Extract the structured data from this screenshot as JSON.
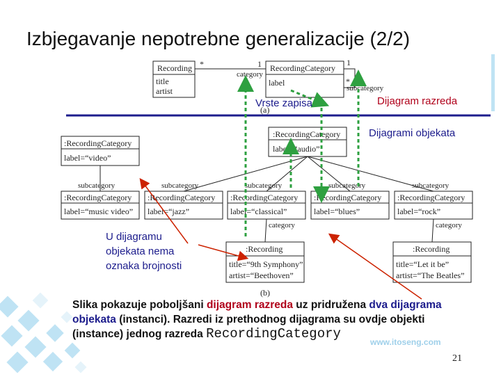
{
  "slide": {
    "title": "Izbjegavanje nepotrebne generalizacije (2/2)",
    "page_number": "21",
    "watermark": "www.itoseng.com"
  },
  "labels": {
    "vrste_zapisa": "Vrste zapisa",
    "dijagram_razreda": "Dijagram razreda",
    "dijagrami_objekata": "Dijagrami objekata",
    "u_dijagramu": [
      "U dijagramu",
      "objekata nema",
      "oznaka brojnosti"
    ]
  },
  "class_diagram": {
    "recording": {
      "name": "Recording",
      "attrs": [
        "title",
        "artist"
      ]
    },
    "recording_category": {
      "name": "RecordingCategory",
      "attrs": [
        "label"
      ]
    },
    "assoc_star": "*",
    "assoc_one": "1",
    "role_category": "category",
    "self_one": "1",
    "self_star": "*",
    "role_subcategory": "subcategory",
    "caption": "(a)"
  },
  "object_diagram": {
    "video": {
      "name": ":RecordingCategory",
      "attr": "label=“video”"
    },
    "audio": {
      "name": ":RecordingCategory",
      "attr": "label=“audio”"
    },
    "music_video": {
      "name": ":RecordingCategory",
      "attr": "label=“music video”"
    },
    "jazz": {
      "name": ":RecordingCategory",
      "attr": "label=“jazz”"
    },
    "classical": {
      "name": ":RecordingCategory",
      "attr": "label=“classical”"
    },
    "blues": {
      "name": ":RecordingCategory",
      "attr": "label=“blues”"
    },
    "rock": {
      "name": ":RecordingCategory",
      "attr": "label=“rock”"
    },
    "recording_1": {
      "name": ":Recording",
      "attrs": [
        "title=“9th Symphony”",
        "artist=“Beethoven”"
      ]
    },
    "recording_2": {
      "name": ":Recording",
      "attrs": [
        "title=“Let it be”",
        "artist=“The Beatles”"
      ]
    },
    "role_subcategory": "subcategory",
    "role_category": "category",
    "caption": "(b)"
  },
  "caption": {
    "p1": "Slika pokazuje poboljšani ",
    "hl1": "dijagram razreda",
    "p2": " uz pridružena ",
    "hl2": "dva dijagrama objekata",
    "p3": " (instanci). Razredi iz prethodnog dijagrama su ovdje objekti (instance) jednog razreda ",
    "code": "RecordingCategory"
  },
  "colors": {
    "accent_red": "#b0001a",
    "accent_blue": "#1c1c8c",
    "arrow_green": "#2ea040",
    "arrow_red": "#cc2200",
    "separator_blue": "#1c1c8c"
  }
}
